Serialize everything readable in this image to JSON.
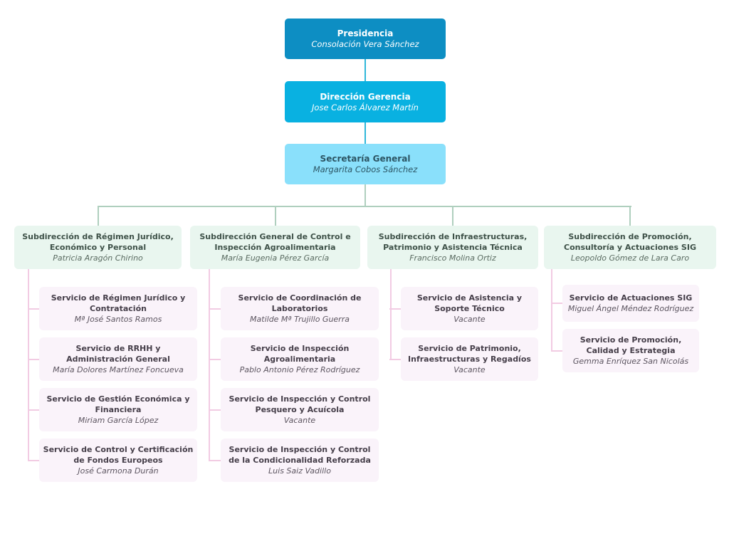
{
  "org": {
    "root": {
      "title": "Presidencia",
      "name": "Consolación Vera Sánchez"
    },
    "level2": {
      "title": "Dirección Gerencia",
      "name": "Jose Carlos Álvarez Martín"
    },
    "level3": {
      "title": "Secretaría General",
      "name": "Margarita Cobos Sánchez"
    },
    "columns": [
      {
        "title": "Subdirección de Régimen Jurídico, Económico y Personal",
        "name": "Patricia Aragón Chirino",
        "services": [
          {
            "title": "Servicio de Régimen Jurídico y Contratación",
            "name": "Mª José Santos Ramos"
          },
          {
            "title": "Servicio de RRHH y Administración General",
            "name": "María Dolores Martínez Foncueva"
          },
          {
            "title": "Servicio de Gestión Económica y Financiera",
            "name": "Miriam García López"
          },
          {
            "title": "Servicio de Control y Certificación de Fondos Europeos",
            "name": "José Carmona Durán"
          }
        ]
      },
      {
        "title": "Subdirección General de Control e Inspección Agroalimentaria",
        "name": "María Eugenia Pérez García",
        "services": [
          {
            "title": "Servicio de Coordinación de Laboratorios",
            "name": "Matilde Mª Trujillo Guerra"
          },
          {
            "title": "Servicio de Inspección Agroalimentaria",
            "name": "Pablo Antonio Pérez Rodríguez"
          },
          {
            "title": "Servicio de Inspección y Control Pesquero y Acuícola",
            "name": "Vacante"
          },
          {
            "title": "Servicio de Inspección y Control de la Condicionalidad Reforzada",
            "name": "Luis Saiz Vadillo"
          }
        ]
      },
      {
        "title": "Subdirección de Infraestructuras, Patrimonio y Asistencia Técnica",
        "name": "Francisco Molina Ortiz",
        "services": [
          {
            "title": "Servicio de Asistencia y Soporte Técnico",
            "name": "Vacante"
          },
          {
            "title": "Servicio de Patrimonio, Infraestructuras y Regadíos",
            "name": "Vacante"
          }
        ]
      },
      {
        "title": "Subdirección de Promoción, Consultoría y Actuaciones SIG",
        "name": "Leopoldo Gómez de Lara Caro",
        "services": [
          {
            "title": "Servicio de Actuaciones SIG",
            "name": "Miguel Ángel Méndez Rodríguez"
          },
          {
            "title": "Servicio de Promoción, Calidad y Estrategia",
            "name": "Gemma Enríquez San Nicolás"
          }
        ]
      }
    ]
  },
  "palette": {
    "pres-bg": "#0D8EC3",
    "dir-bg": "#09B1E1",
    "sec-bg": "#8AE0FB",
    "sec-text": "#2C5564",
    "cyan-line": "#2FB7D9",
    "green-line": "#AFCFBE",
    "subdir-bg": "#E9F6EF",
    "subdir-text": "#3E5148",
    "subdir-name": "#5A6B61",
    "svc-bg": "#FAF3FA",
    "svc-text": "#453E49",
    "svc-name": "#5C5560",
    "pink-line": "#F2CBE3"
  }
}
